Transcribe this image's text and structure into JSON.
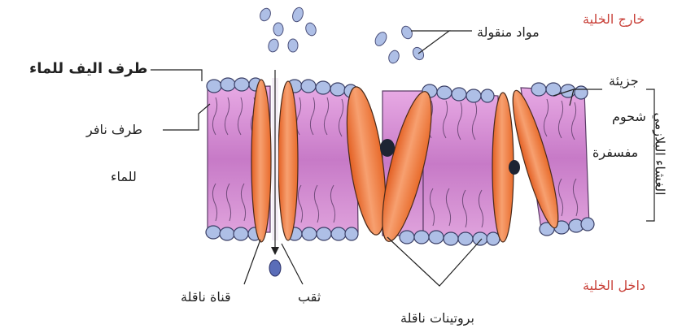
{
  "labels": {
    "outside_cell": "خارج الخلية",
    "inside_cell": "داخل الخلية",
    "transported_materials": "مواد منقولة",
    "hydrophilic_end": "طرف اليف للماء",
    "hydrophobic_end_line1": "طرف نافر",
    "hydrophobic_end_line2": "للماء",
    "phospholipid_line1": "جزيئة",
    "phospholipid_line2": "شحوم",
    "phospholipid_line3": "مفسفرة",
    "plasma_membrane": "الغشاء البلازمي",
    "channel": "قناة ناقلة",
    "pore": "ثقب",
    "carrier_proteins": "بروتينات ناقلة"
  },
  "colors": {
    "label_red": "#c9423a",
    "membrane_core": "#d78ad6",
    "head_fill": "#aebfe6",
    "protein_orange": "#f07a3a",
    "molecule_blue": "#8fa2d8",
    "bound_molecule": "#1d2433"
  }
}
